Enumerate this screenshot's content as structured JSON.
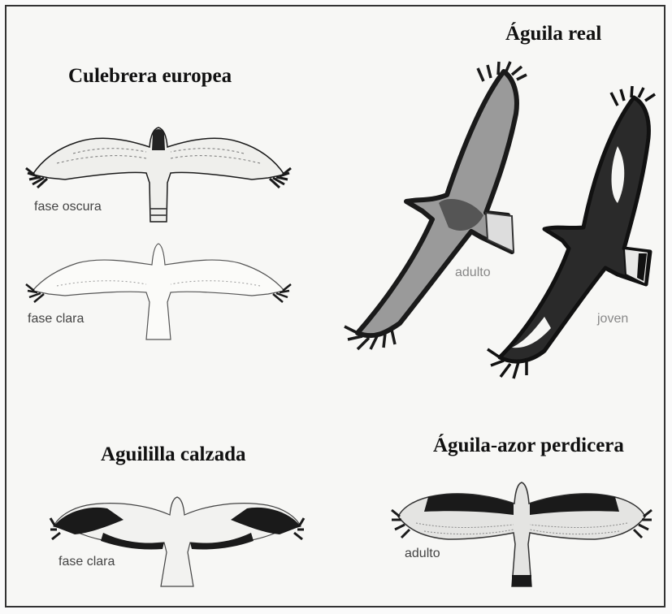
{
  "titles": {
    "culebrera": "Culebrera europea",
    "real": "Águila real",
    "calzada": "Aguililla calzada",
    "perdicera": "Águila-azor perdicera"
  },
  "labels": {
    "fase_oscura": "fase oscura",
    "fase_clara_1": "fase clara",
    "adulto_real": "adulto",
    "joven": "joven",
    "fase_clara_2": "fase clara",
    "adulto_perdicera": "adulto"
  },
  "colors": {
    "ink": "#1a1a1a",
    "light_wing": "#f2f2f0",
    "golden_adult": "#9a9a9a",
    "golden_juvenile": "#2a2a2a"
  }
}
